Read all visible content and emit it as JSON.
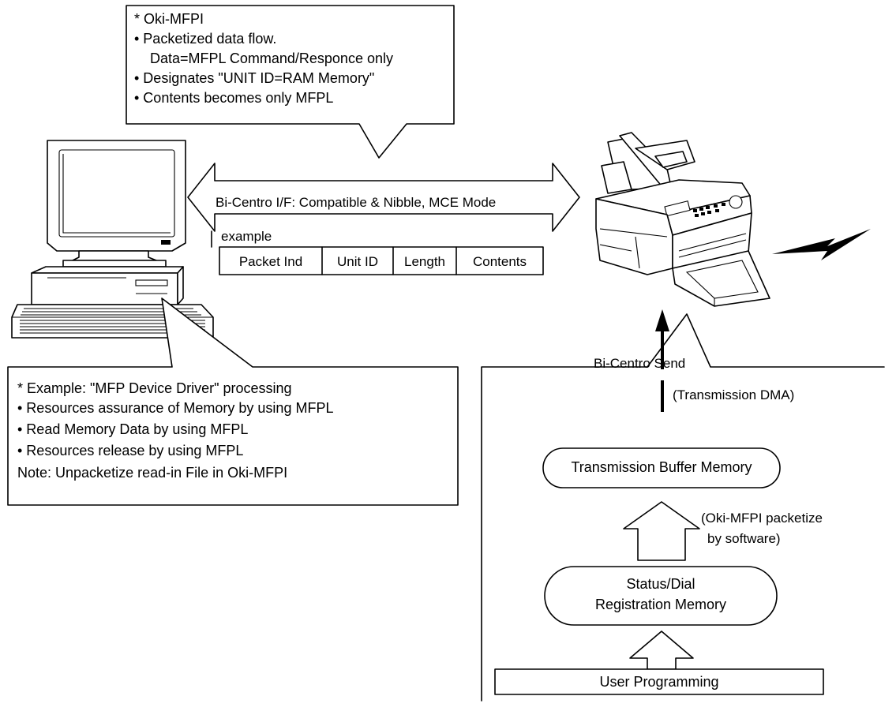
{
  "top_callout": {
    "lines": [
      "* Oki-MFPI",
      "• Packetized data flow.",
      "Data=MFPL Command/Responce only",
      "• Designates \"UNIT ID=RAM Memory\"",
      "• Contents becomes only MFPL"
    ]
  },
  "interface": {
    "label": "Bi-Centro I/F: Compatible & Nibble, MCE Mode",
    "example_label": "example",
    "packet_fields": [
      "Packet Ind",
      "Unit ID",
      "Length",
      "Contents"
    ]
  },
  "driver_callout": {
    "lines": [
      "* Example: \"MFP Device Driver\" processing",
      "• Resources assurance of Memory by using MFPL",
      "• Read Memory Data by using MFPL",
      "• Resources release by using MFPL",
      "Note: Unpacketize read-in File in Oki-MFPI"
    ]
  },
  "flow": {
    "send_label": "Bi-Centro Send",
    "dma_label": "(Transmission DMA)",
    "buffer_label": "Transmission Buffer Memory",
    "packetize_note": [
      "(Oki-MFPI packetize",
      "by software)"
    ],
    "registration_label": [
      "Status/Dial",
      "Registration Memory"
    ],
    "user_programming_label": "User Programming"
  }
}
